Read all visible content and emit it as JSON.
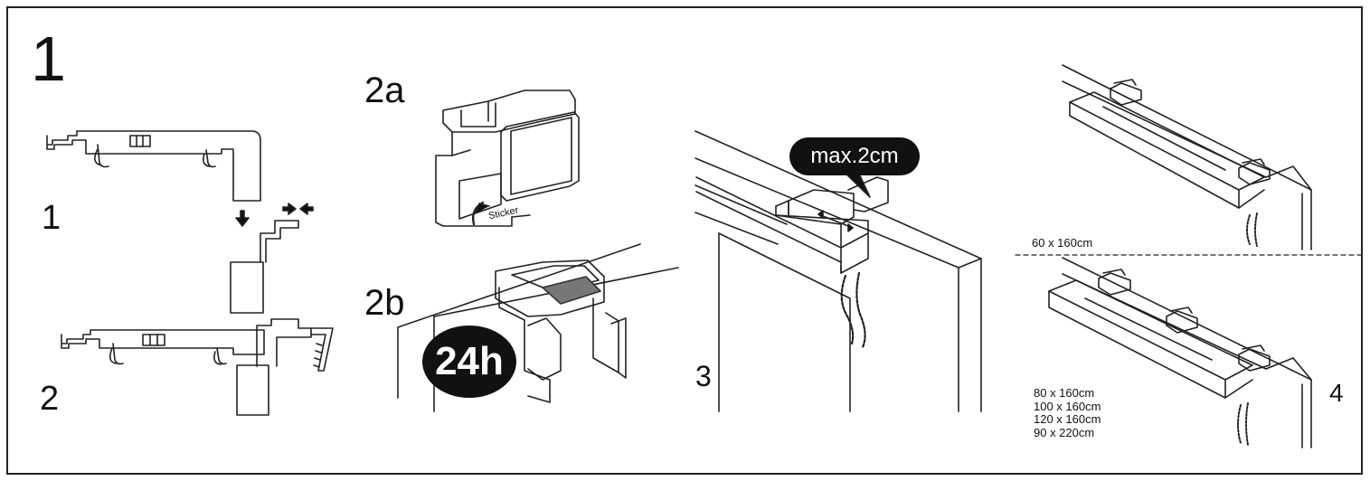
{
  "step_labels": {
    "main": "1",
    "sub1": "1",
    "sub2": "2",
    "s2a": "2a",
    "s2b": "2b",
    "s3": "3",
    "s4": "4"
  },
  "badges": {
    "time": "24h",
    "max_gap": "max.2cm"
  },
  "sticker_label": "Sticker",
  "sizes": {
    "top": "60 x 160cm",
    "bottom": [
      "80 x 160cm",
      "100 x 160cm",
      "120 x 160cm",
      "90 x 220cm"
    ]
  }
}
